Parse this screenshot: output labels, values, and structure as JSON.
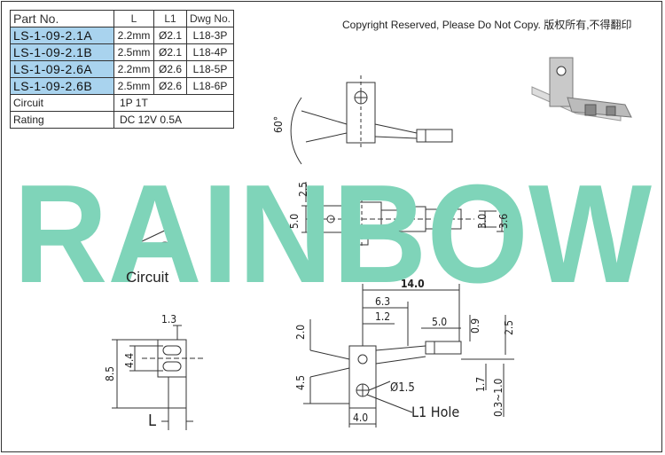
{
  "table": {
    "headers": {
      "part_no": "Part No.",
      "l": "L",
      "l1": "L1",
      "dwg": "Dwg No."
    },
    "rows": [
      {
        "part_no": "LS-1-09-2.1A",
        "l": "2.2mm",
        "l1": "Ø2.1",
        "dwg": "L18-3P"
      },
      {
        "part_no": "LS-1-09-2.1B",
        "l": "2.5mm",
        "l1": "Ø2.1",
        "dwg": "L18-4P"
      },
      {
        "part_no": "LS-1-09-2.6A",
        "l": "2.2mm",
        "l1": "Ø2.6",
        "dwg": "L18-5P"
      },
      {
        "part_no": "LS-1-09-2.6B",
        "l": "2.5mm",
        "l1": "Ø2.6",
        "dwg": "L18-6P"
      }
    ],
    "circuit_label": "Circuit",
    "circuit_value": "1P 1T",
    "rating_label": "Rating",
    "rating_value": "DC 12V 0.5A"
  },
  "copyright": "Copyright Reserved, Please Do Not Copy. 版权所有,不得翻印",
  "watermark": "RAINBOW",
  "watermark_color": "#7fd4b9",
  "circuit_caption": "Circuit",
  "dimensions": {
    "angle": "60°",
    "d_2_5_top": "2.5",
    "d_5_0_left": "5.0",
    "d_3_0": "3.0",
    "d_3_6": "3.6",
    "d_14_0": "14.0",
    "d_6_3": "6.3",
    "d_1_2": "1.2",
    "d_5_0_bottom": "5.0",
    "d_0_9": "0.9",
    "d_2_5_right": "2.5",
    "d_2_0": "2.0",
    "d_4_5": "4.5",
    "d_1_7": "1.7",
    "d_range": "0.3~1.0",
    "hole_dia": "Ø1.5",
    "d_4_0": "4.0",
    "l1_hole": "L1 Hole",
    "d_1_3": "1.3",
    "d_8_5": "8.5",
    "d_4_4": "4.4",
    "l_label": "L"
  }
}
